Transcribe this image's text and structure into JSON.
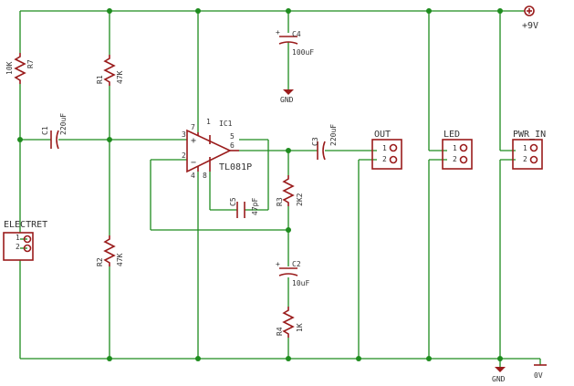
{
  "power": {
    "supply_label": "+9V",
    "gnd_label_left": "GND",
    "gnd_label_right": "0V",
    "gnd_label_c4": "GND"
  },
  "components": {
    "r7": {
      "ref": "R7",
      "value": "10K"
    },
    "r1": {
      "ref": "R1",
      "value": "47K"
    },
    "r2": {
      "ref": "R2",
      "value": "47K"
    },
    "r3": {
      "ref": "R3",
      "value": "2K2"
    },
    "r4": {
      "ref": "R4",
      "value": "1K"
    },
    "c1": {
      "ref": "C1",
      "value": "220uF"
    },
    "c2": {
      "ref": "C2",
      "value": "10uF"
    },
    "c3": {
      "ref": "C3",
      "value": "220uF"
    },
    "c4": {
      "ref": "C4",
      "value": "100uF"
    },
    "c5": {
      "ref": "C5",
      "value": "47pF"
    },
    "ic1": {
      "ref": "IC1",
      "value": "TL081P",
      "plus": "+",
      "minus": "−",
      "pins": {
        "p1": "1",
        "p2": "2",
        "p3": "3",
        "p4": "4",
        "p5": "5",
        "p6": "6",
        "p7": "7",
        "p8": "8"
      }
    }
  },
  "connectors": {
    "electret": {
      "name": "ELECTRET",
      "pin1": "1",
      "pin2": "2"
    },
    "out": {
      "name": "OUT",
      "pin1": "1",
      "pin2": "2"
    },
    "led": {
      "name": "LED",
      "pin1": "1",
      "pin2": "2"
    },
    "pwr_in": {
      "name": "PWR_IN",
      "pin1": "1",
      "pin2": "2"
    }
  }
}
